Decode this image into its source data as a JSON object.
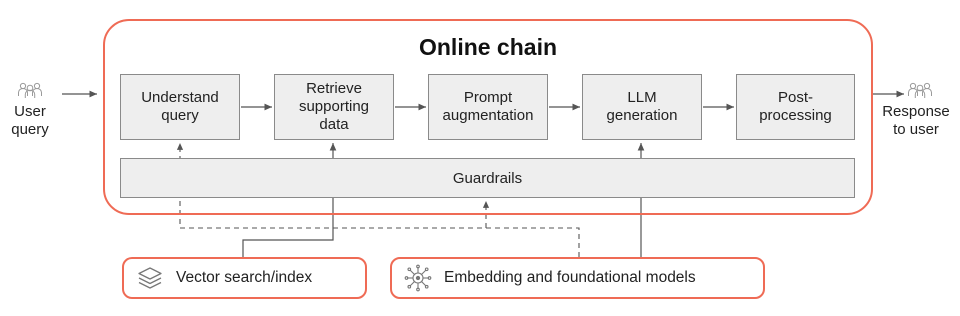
{
  "title": "Online chain",
  "input": {
    "label_line1": "User",
    "label_line2": "query",
    "icon": "users-icon"
  },
  "output": {
    "label_line1": "Response",
    "label_line2": "to user",
    "icon": "users-icon"
  },
  "steps": [
    {
      "line1": "Understand",
      "line2": "query"
    },
    {
      "line1": "Retrieve",
      "line2": "supporting",
      "line3": "data"
    },
    {
      "line1": "Prompt",
      "line2": "augmentation"
    },
    {
      "line1": "LLM",
      "line2": "generation"
    },
    {
      "line1": "Post-",
      "line2": "processing"
    }
  ],
  "guardrails": "Guardrails",
  "sources": [
    {
      "label": "Vector search/index",
      "icon": "layers-icon"
    },
    {
      "label": "Embedding and foundational models",
      "icon": "neural-network-icon"
    }
  ],
  "colors": {
    "accent": "#ef6b55",
    "box_fill": "#eeeeee",
    "box_border": "#8a8a8a",
    "connector": "#555555"
  }
}
